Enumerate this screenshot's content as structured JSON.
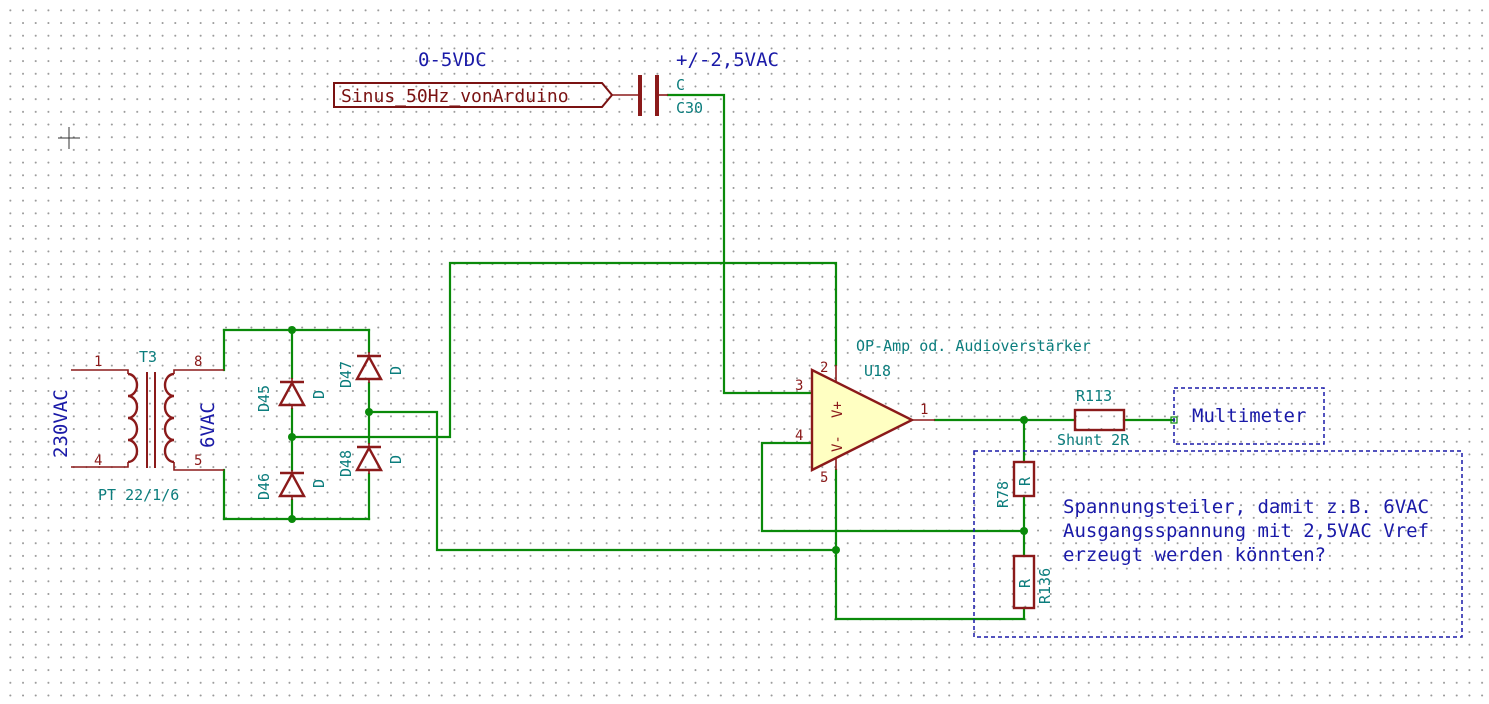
{
  "notes": {
    "input_range": "0-5VDC",
    "coupled_range": "+/-2,5VAC",
    "mains_voltage": "230VAC",
    "secondary_voltage": "6VAC",
    "opamp_description": "OP-Amp od. Audioverstärker",
    "multimeter": "Multimeter",
    "divider_line1": "Spannungsteiler, damit z.B. 6VAC",
    "divider_line2": "Ausgangsspannung mit 2,5VAC Vref",
    "divider_line3": "erzeugt werden könnten?"
  },
  "labels": {
    "signal_label": "Sinus_50Hz_vonArduino"
  },
  "components": {
    "c30": {
      "ref": "C30",
      "value": "C"
    },
    "t3": {
      "ref": "T3",
      "value": "PT 22/1/6",
      "pins": [
        "1",
        "4",
        "8",
        "5"
      ]
    },
    "d45": {
      "ref": "D45",
      "value": "D"
    },
    "d46": {
      "ref": "D46",
      "value": "D"
    },
    "d47": {
      "ref": "D47",
      "value": "D"
    },
    "d48": {
      "ref": "D48",
      "value": "D"
    },
    "u18": {
      "ref": "U18",
      "pins": [
        "3",
        "2",
        "4",
        "5",
        "1"
      ],
      "inner": [
        "V+",
        "V-"
      ]
    },
    "r113": {
      "ref": "R113",
      "value": "Shunt 2R"
    },
    "r78": {
      "ref": "R78",
      "value": "R"
    },
    "r136": {
      "ref": "R136",
      "value": "R"
    }
  }
}
